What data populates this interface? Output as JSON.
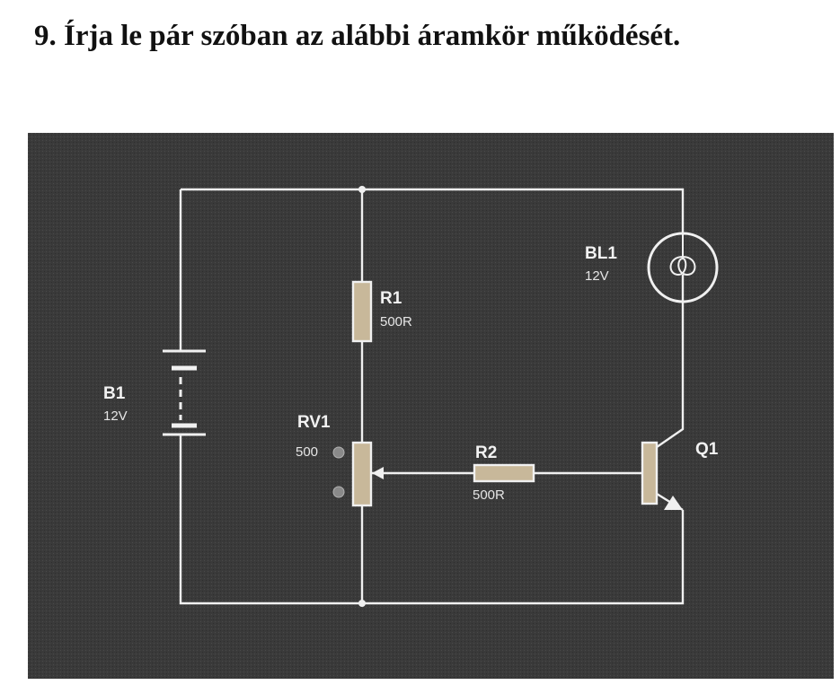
{
  "question": "9. Írja le pár szóban az alábbi áramkör működését.",
  "components": {
    "battery": {
      "name": "B1",
      "value": "12V"
    },
    "lamp": {
      "name": "BL1",
      "value": "12V"
    },
    "r1": {
      "name": "R1",
      "value": "500R"
    },
    "rv1": {
      "name": "RV1",
      "value": "500"
    },
    "r2": {
      "name": "R2",
      "value": "500R"
    },
    "q1": {
      "name": "Q1"
    }
  },
  "colors": {
    "background": "#3a3a3a",
    "wire": "#f0f0f0",
    "resistor_body": "#c8b89a"
  }
}
